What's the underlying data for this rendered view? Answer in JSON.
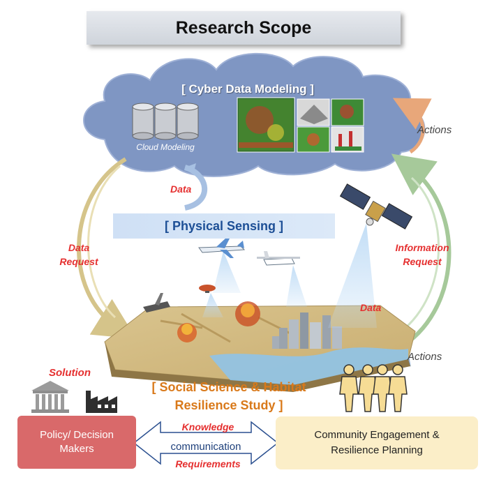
{
  "title": "Research Scope",
  "cyber": {
    "title": "[ Cyber Data Modeling ]",
    "cloud_modeling": "Cloud Modeling"
  },
  "physical": {
    "title": "[ Physical Sensing ]"
  },
  "social": {
    "title_line1": "[ Social Science & Habitat",
    "title_line2": "Resilience Study ]"
  },
  "labels": {
    "data_top": "Data",
    "data_right": "Data",
    "data_request_line1": "Data",
    "data_request_line2": "Request",
    "information_request_line1": "Information",
    "information_request_line2": "Request",
    "actions_top": "Actions",
    "actions_bottom": "Actions",
    "solution": "Solution"
  },
  "policy": {
    "line1": "Policy/ Decision",
    "line2": "Makers"
  },
  "community": {
    "line1": "Community Engagement &",
    "line2": "Resilience Planning"
  },
  "communication": {
    "knowledge": "Knowledge",
    "communication": "communication",
    "requirements": "Requirements"
  },
  "colors": {
    "cloud": "#7f96c3",
    "policy_box": "#d9696a",
    "community_box": "#fbeec8",
    "physical_text": "#1d4f96",
    "social_text": "#d9791a",
    "red_label": "#e53030"
  }
}
